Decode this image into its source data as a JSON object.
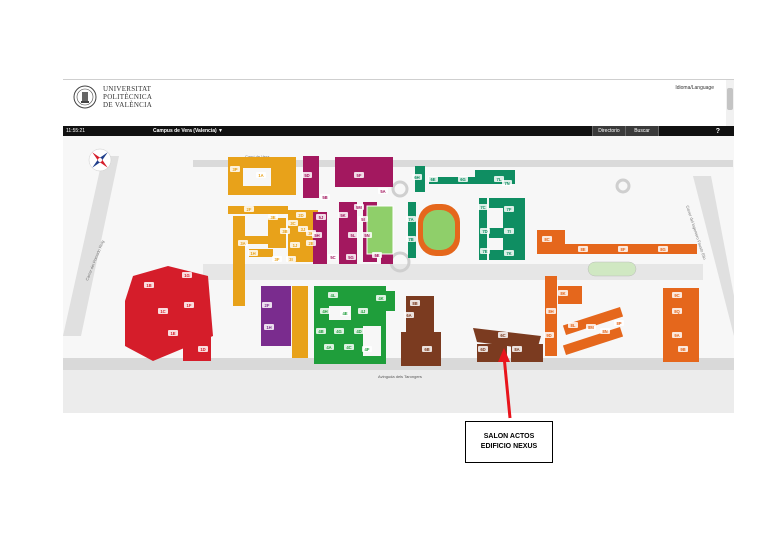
{
  "header": {
    "university_lines": [
      "UNIVERSITAT",
      "POLITÈCNICA",
      "DE VALÈNCIA"
    ],
    "language_link": "Idioma/Language"
  },
  "map_bar": {
    "time": "11:55:21",
    "campus_selector": "Campus de Vera (Valencia)",
    "chevron": "▼",
    "directory_button": "Directorio",
    "search_button": "Buscar",
    "help_button": "?"
  },
  "streets": {
    "top": "Camí de Vera",
    "bottom": "Avinguda dels Tarongers",
    "left": "Carrer del Primado Reig",
    "right": "Carrer del Ingeniero Fausto Elio"
  },
  "buildings": {
    "yellow": [
      "3P",
      "1A",
      "2F",
      "3A",
      "3B",
      "3C",
      "1H",
      "1J",
      "2E",
      "2D",
      "3J",
      "3H",
      "3E",
      "3F",
      "3I"
    ],
    "red": [
      "1B",
      "1C",
      "1E",
      "1F",
      "1G",
      "1D"
    ],
    "purple": [
      "2F",
      "1H"
    ],
    "green": [
      "4L",
      "4K",
      "4H",
      "4E",
      "4J",
      "4G",
      "4D",
      "4F",
      "4B",
      "4A",
      "4C"
    ],
    "magenta": [
      "5D",
      "5F",
      "5H",
      "5K",
      "5L",
      "5J",
      "5M",
      "5N",
      "5E",
      "5C",
      "5G",
      "5I",
      "5A",
      "5B"
    ],
    "teal": [
      "6H",
      "6E",
      "6G",
      "7A",
      "7B",
      "7C",
      "7D",
      "7E",
      "7F",
      "7I",
      "7K",
      "7L",
      "7N"
    ],
    "brown": [
      "6A",
      "6B",
      "6C",
      "6D",
      "8A",
      "8B"
    ],
    "orange": [
      "8C",
      "8E",
      "8F",
      "8G",
      "8H",
      "8K",
      "8L",
      "8M",
      "8N",
      "8P",
      "8Q",
      "9A",
      "9B",
      "9C",
      "9D"
    ]
  },
  "annotation": {
    "line1": "SALON ACTOS",
    "line2": "EDIFICIO NEXUS"
  },
  "colors": {
    "yellow": "#e8a21a",
    "red": "#d51d2a",
    "purple": "#7a2c8e",
    "green": "#1f9e3b",
    "magenta": "#a3185f",
    "teal": "#0f8e62",
    "brown": "#7b3b20",
    "orange": "#e5671c",
    "road": "#d9d9d9",
    "sport_field": "#8fcf6a",
    "arrow": "#e8141c"
  }
}
